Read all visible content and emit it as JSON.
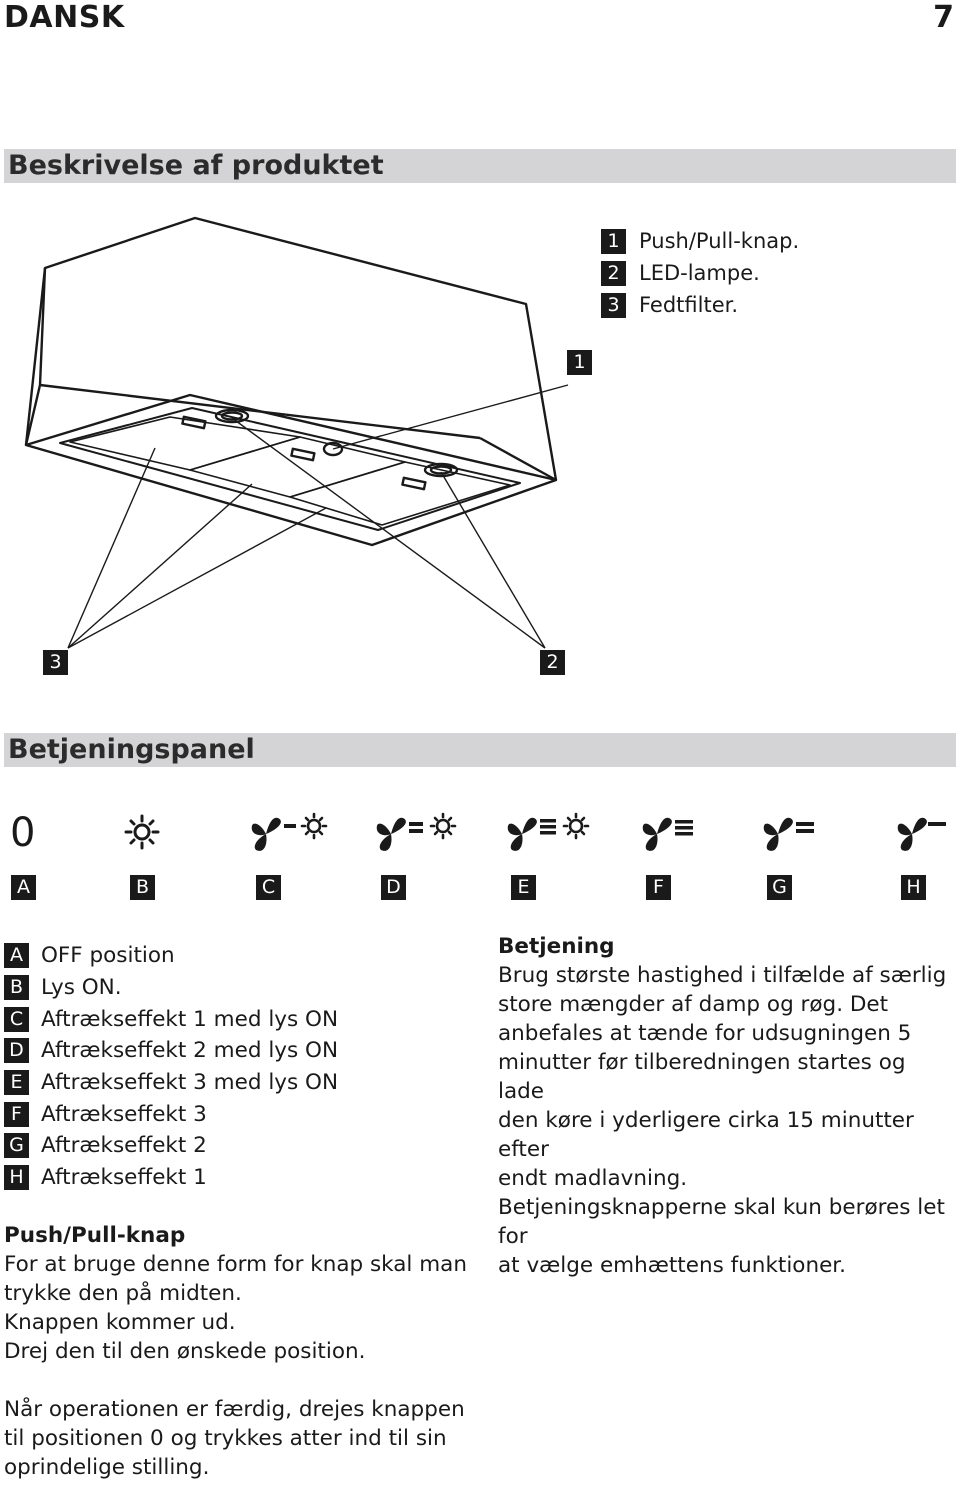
{
  "header": {
    "language": "DANSK",
    "page_number": "7"
  },
  "section_description": {
    "title": "Beskrivelse af produktet",
    "legend": [
      {
        "key": "1",
        "label": "Push/Pull-knap."
      },
      {
        "key": "2",
        "label": "LED-lampe."
      },
      {
        "key": "3",
        "label": "Fedtfilter."
      }
    ],
    "callouts": {
      "knob": "1",
      "filters": "3",
      "lamps": "2"
    }
  },
  "section_panel": {
    "title": "Betjeningspanel",
    "zero_symbol": "0",
    "positions": [
      "A",
      "B",
      "C",
      "D",
      "E",
      "F",
      "G",
      "H"
    ],
    "legend": [
      {
        "key": "A",
        "label": "OFF position"
      },
      {
        "key": "B",
        "label": "Lys ON."
      },
      {
        "key": "C",
        "label": "Aftrækseffekt 1 med lys ON"
      },
      {
        "key": "D",
        "label": "Aftrækseffekt 2 med lys ON"
      },
      {
        "key": "E",
        "label": "Aftrækseffekt 3 med lys ON"
      },
      {
        "key": "F",
        "label": "Aftrækseffekt 3"
      },
      {
        "key": "G",
        "label": "Aftrækseffekt 2"
      },
      {
        "key": "H",
        "label": "Aftrækseffekt 1"
      }
    ]
  },
  "betjening": {
    "heading": "Betjening",
    "lines": [
      "Brug største hastighed i tilfælde af særlig",
      "store mængder af damp og røg. Det",
      "anbefales at tænde for udsugningen 5",
      "minutter før tilberedningen startes og lade",
      "den køre i yderligere cirka 15 minutter efter",
      "endt madlavning.",
      "Betjeningsknapperne skal kun berøres let for",
      "at vælge emhættens funktioner."
    ]
  },
  "push_pull": {
    "heading": "Push/Pull-knap",
    "lines": [
      "For at bruge denne form for knap skal man",
      "trykke den på midten.",
      "Knappen kommer ud.",
      "Drej den til den ønskede position."
    ]
  },
  "finish": {
    "lines": [
      "Når operationen er færdig, drejes knappen",
      "til positionen 0 og trykkes atter ind til sin",
      "oprindelige stilling."
    ]
  }
}
